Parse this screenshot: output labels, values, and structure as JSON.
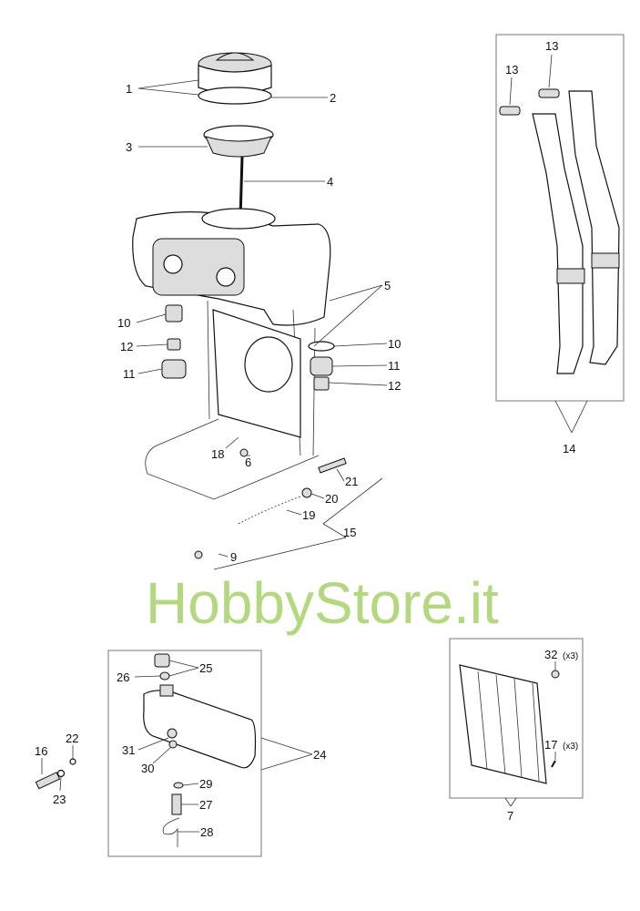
{
  "diagram": {
    "watermark": "HobbyStore.it",
    "callouts": {
      "c1": "1",
      "c2": "2",
      "c3": "3",
      "c4": "4",
      "c5": "5",
      "c10l": "10",
      "c12l": "12",
      "c11l": "11",
      "c10r": "10",
      "c11r": "11",
      "c12r": "12",
      "c18": "18",
      "c6": "6",
      "c21": "21",
      "c20": "20",
      "c19": "19",
      "c15": "15",
      "c9": "9",
      "c13a": "13",
      "c13b": "13",
      "c14": "14",
      "c25": "25",
      "c26": "26",
      "c24": "24",
      "c31": "31",
      "c30": "30",
      "c29": "29",
      "c27": "27",
      "c28": "28",
      "c22": "22",
      "c16": "16",
      "c23": "23",
      "c32": "32",
      "c32q": "(x3)",
      "c17": "17",
      "c17q": "(x3)",
      "c7": "7"
    }
  }
}
